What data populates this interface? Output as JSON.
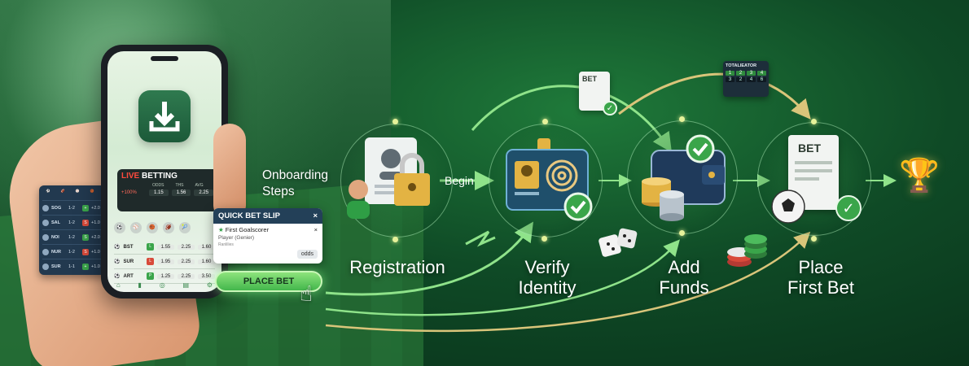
{
  "colors": {
    "accent_green": "#3aa54a",
    "bright_green": "#8de37c",
    "live_red": "#ff4a3d",
    "gold": "#f3c248",
    "slip_header": "#234058"
  },
  "phone": {
    "download_icon": "download-icon",
    "live": {
      "prefix": "LIVE",
      "suffix": " BETTING",
      "h1": "ODDS",
      "h2": "THS",
      "h3": "AVG",
      "pct": "+100%",
      "v1": "1.15",
      "v2": "1.56",
      "v3": "2.25"
    },
    "odds": [
      {
        "team": "BST",
        "mark": "L",
        "mark_color": "#3aa54a",
        "o1": "1.55",
        "o2": "2.25",
        "o3": "1.60"
      },
      {
        "team": "SUR",
        "mark": "L",
        "mark_color": "#d84a3a",
        "o1": "1.95",
        "o2": "2.25",
        "o3": "1.60"
      },
      {
        "team": "ART",
        "mark": "P",
        "mark_color": "#3aa54a",
        "o1": "1.25",
        "o2": "2.25",
        "o3": "3.50"
      }
    ]
  },
  "side_panel": {
    "rows": [
      {
        "team": "SOG",
        "score": "1-2",
        "mark": "+",
        "mark_color": "#3aa54a",
        "odd": "+2.0"
      },
      {
        "team": "SAL",
        "score": "1-2",
        "mark": "S",
        "mark_color": "#d84a3a",
        "odd": "+1.0"
      },
      {
        "team": "NOI",
        "score": "1-2",
        "mark": "S",
        "mark_color": "#3aa54a",
        "odd": "+2.0"
      },
      {
        "team": "NUR",
        "score": "1-2",
        "mark": "S",
        "mark_color": "#d84a3a",
        "odd": "+1.0"
      },
      {
        "team": "SUR",
        "score": "1-1",
        "mark": "+",
        "mark_color": "#3aa54a",
        "odd": "+1.0"
      }
    ]
  },
  "quick_slip": {
    "title": "QUICK BET SLIP",
    "close": "×",
    "selection": "First Goalscorer",
    "player": "Player (Genier)",
    "sub": "Ranlilies",
    "odds_btn": "odds",
    "close_small": "×"
  },
  "place_bet": {
    "label": "PLACE BET"
  },
  "labels": {
    "onboarding_line1": "Onboarding",
    "onboarding_line2": "Steps",
    "begin": "Begin"
  },
  "steps": [
    {
      "line1": "Registration",
      "line2": ""
    },
    {
      "line1": "Verify",
      "line2": "Identity"
    },
    {
      "line1": "Add",
      "line2": "Funds"
    },
    {
      "line1": "Place",
      "line2": "First Bet"
    }
  ],
  "bet_note_small": "BET",
  "bet_note_large": "BET",
  "totalizator": {
    "title": "TOTALIEATOR",
    "cells": [
      "1",
      "2",
      "3",
      "4",
      "3",
      "2",
      "4",
      "6"
    ]
  }
}
